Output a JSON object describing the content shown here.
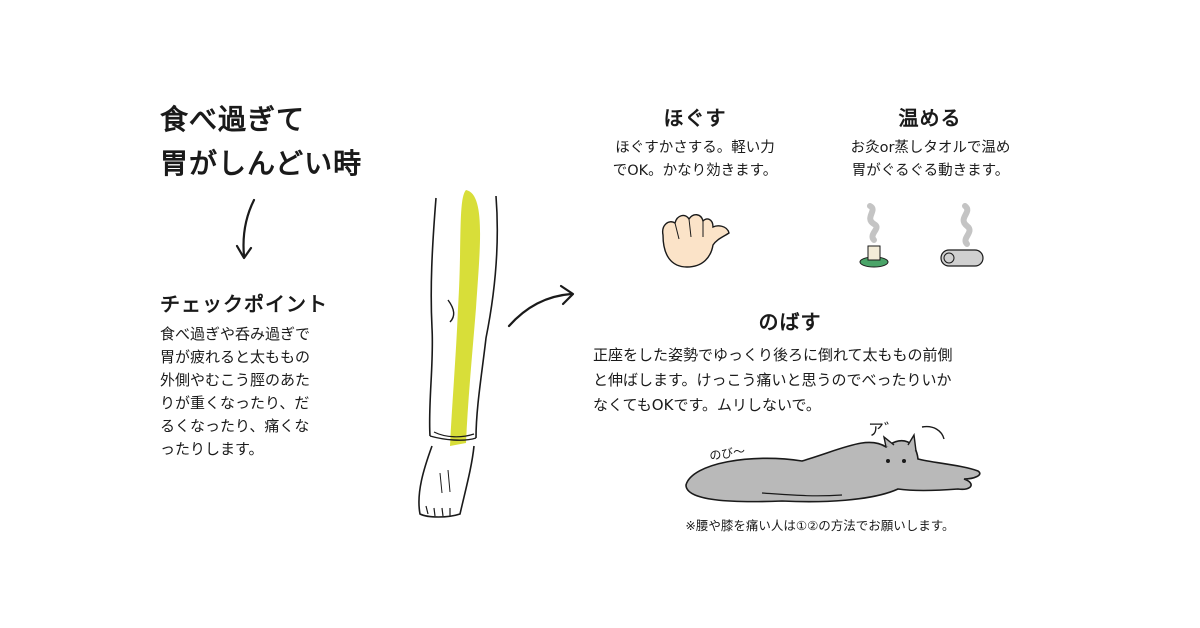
{
  "title": {
    "line1": "食べ過ぎて",
    "line2": "胃がしんどい時"
  },
  "checkpoint": {
    "heading": "チェックポイント",
    "lines": [
      "食べ過ぎや呑み過ぎで",
      "胃が疲れると太ももの",
      "外側やむこう脛のあた",
      "りが重くなったり、だ",
      "るくなったり、痛くな",
      "ったりします。"
    ]
  },
  "hogusu": {
    "heading": "ほぐす",
    "lines": [
      "ほぐすかさする。軽い力",
      "でOK。かなり効きます。"
    ]
  },
  "atatameru": {
    "heading": "温める",
    "lines": [
      "お灸or蒸しタオルで温め",
      "胃がぐるぐる動きます。"
    ]
  },
  "nobasu": {
    "heading": "のばす",
    "lines": [
      "正座をした姿勢でゆっくり後ろに倒れて太ももの前側",
      "と伸ばします。けっこう痛いと思うのでべったりいか",
      "なくてもOKです。ムリしないで。"
    ],
    "sfx_stretch": "のび〜",
    "sfx_groan": "ア゛"
  },
  "footnote": "※腰や膝を痛い人は①②の方法でお願いします。",
  "colors": {
    "highlight": "#d6dc2e",
    "skin": "#fbe3c8",
    "moxa_green": "#4aa468",
    "cat_gray": "#b9b9b9",
    "text": "#1a1a1a"
  }
}
